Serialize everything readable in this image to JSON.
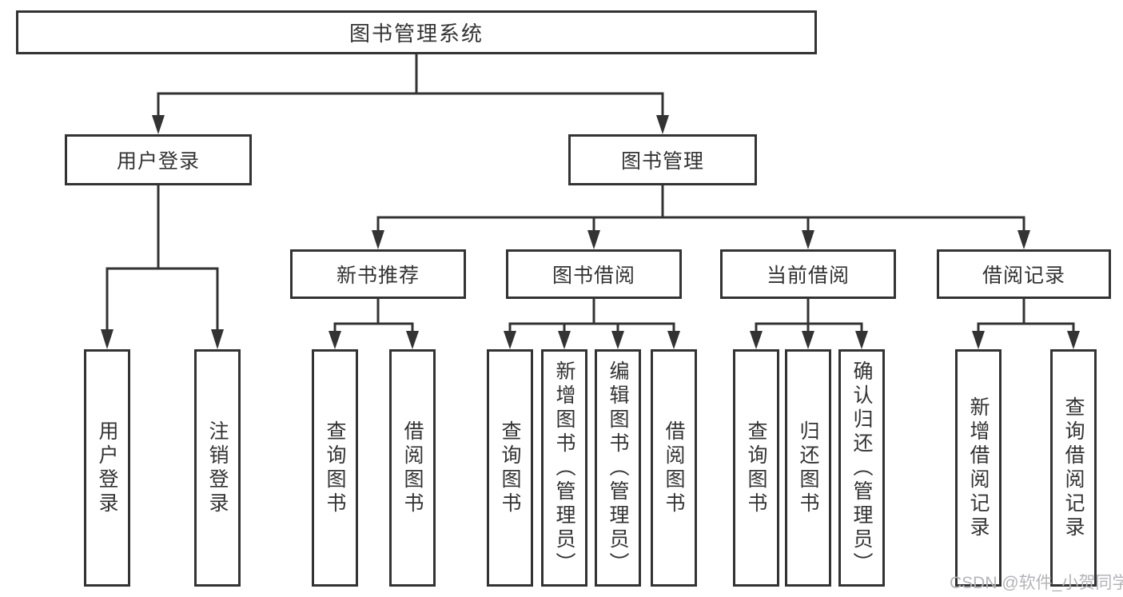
{
  "diagram_title": "图书管理系统",
  "colors": {
    "line": "#333333",
    "text": "#333333",
    "box_fill": "#ffffff",
    "background": "#ffffff",
    "watermark": "#b4b4b8"
  },
  "nodes": {
    "root": {
      "label": "图书管理系统"
    },
    "user_login": {
      "label": "用户登录",
      "children": [
        {
          "label": "用户登录"
        },
        {
          "label": "注销登录"
        }
      ]
    },
    "book_mgmt": {
      "label": "图书管理",
      "children": {
        "new_books": {
          "label": "新书推荐",
          "children": [
            {
              "label": "查询图书"
            },
            {
              "label": "借阅图书"
            }
          ]
        },
        "book_borrow": {
          "label": "图书借阅",
          "children": [
            {
              "label": "查询图书"
            },
            {
              "label": "新增图书（管理员）"
            },
            {
              "label": "编辑图书（管理员）"
            },
            {
              "label": "借阅图书"
            }
          ]
        },
        "current_borrow": {
          "label": "当前借阅",
          "children": [
            {
              "label": "查询图书"
            },
            {
              "label": "归还图书"
            },
            {
              "label": "确认归还（管理员）"
            }
          ]
        },
        "borrow_records": {
          "label": "借阅记录",
          "children": [
            {
              "label": "新增借阅记录"
            },
            {
              "label": "查询借阅记录"
            }
          ]
        }
      }
    }
  },
  "watermark": {
    "text": "CSDN @软件_小贺同学"
  }
}
